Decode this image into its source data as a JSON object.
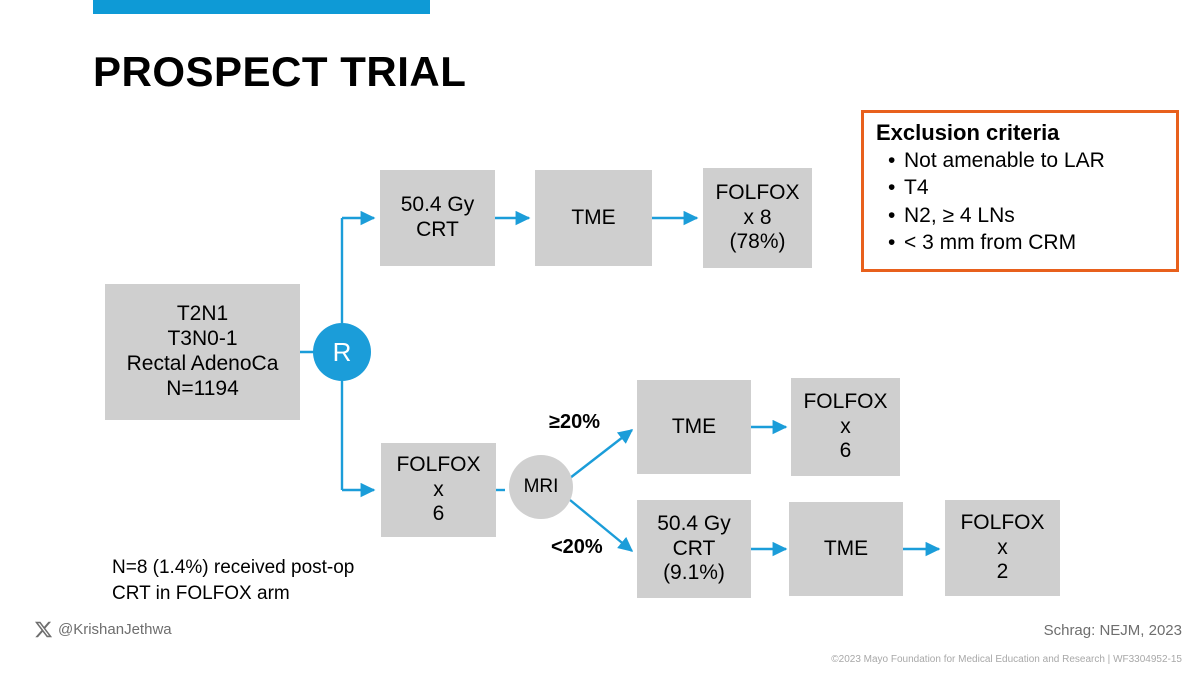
{
  "slide": {
    "title": "PROSPECT TRIAL",
    "accent_color": "#0E9AD6",
    "box_fill": "#CFCFCF",
    "arrow_color": "#1B9DD9",
    "exclusion_border_color": "#E8601C"
  },
  "population": {
    "line1": "T2N1",
    "line2": "T3N0-1",
    "line3": "Rectal AdenoCa",
    "line4": "N=1194"
  },
  "randomization": {
    "label": "R"
  },
  "arm_crt": {
    "step1_line1": "50.4 Gy",
    "step1_line2": "CRT",
    "step2": "TME",
    "step3_line1": "FOLFOX",
    "step3_line2": "x 8",
    "step3_line3": "(78%)"
  },
  "arm_folfox": {
    "step1_line1": "FOLFOX",
    "step1_line2": "x",
    "step1_line3": "6",
    "restaging_label": "MRI",
    "branch_upper_label": "≥20%",
    "branch_lower_label": "<20%",
    "upper_step1": "TME",
    "upper_step2_line1": "FOLFOX",
    "upper_step2_line2": "x",
    "upper_step2_line3": "6",
    "lower_step1_line1": "50.4 Gy",
    "lower_step1_line2": "CRT",
    "lower_step1_line3": "(9.1%)",
    "lower_step2": "TME",
    "lower_step3_line1": "FOLFOX",
    "lower_step3_line2": "x",
    "lower_step3_line3": "2"
  },
  "exclusion": {
    "title": "Exclusion criteria",
    "items": [
      "Not amenable to LAR",
      "T4",
      "N2, ≥ 4 LNs",
      "< 3 mm from CRM"
    ]
  },
  "footnote": {
    "text": "N=8 (1.4%) received post-op\nCRT in FOLFOX arm"
  },
  "footer": {
    "handle": "@KrishanJethwa",
    "citation": "Schrag: NEJM, 2023",
    "copyright": "©2023 Mayo Foundation for Medical Education and Research  |  WF3304952-15"
  }
}
